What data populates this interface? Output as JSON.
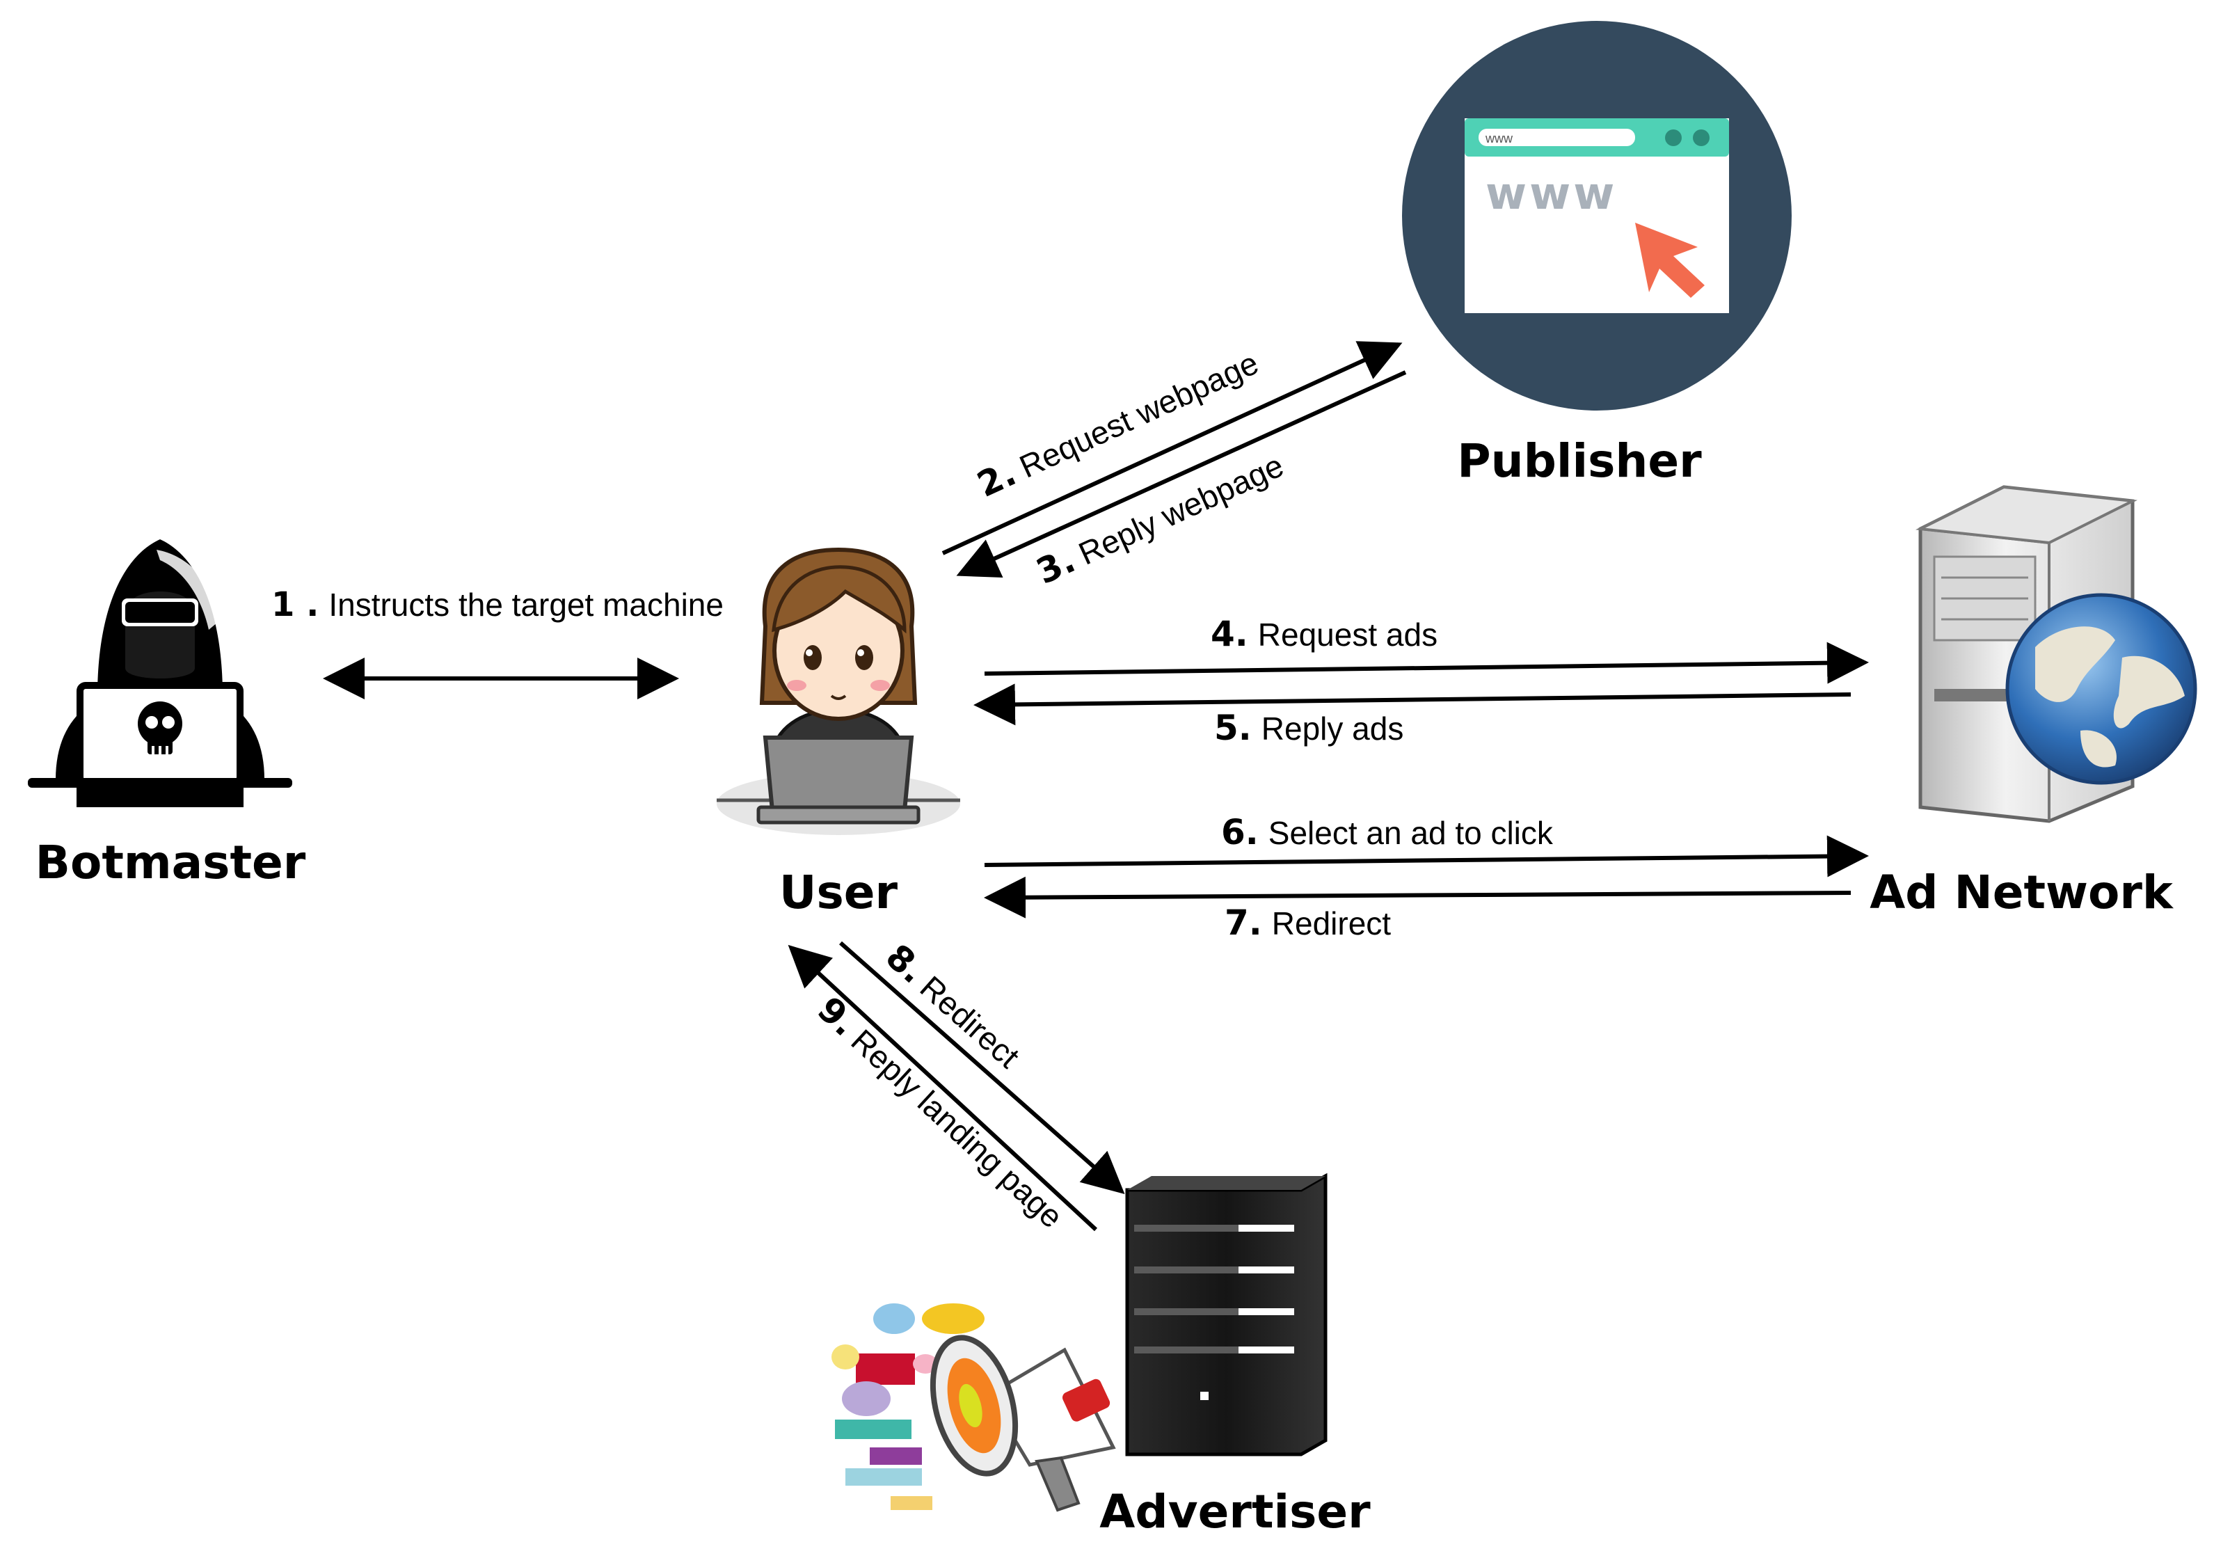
{
  "nodes": {
    "botmaster": {
      "label": "Botmaster",
      "icon": "hacker-laptop-icon"
    },
    "user": {
      "label": "User",
      "icon": "woman-laptop-icon"
    },
    "publisher": {
      "label": "Publisher",
      "icon": "browser-window-icon",
      "icon_text": "www"
    },
    "ad_network": {
      "label": "Ad Network",
      "icon": "server-globe-icon"
    },
    "advertiser": {
      "label": "Advertiser",
      "icon": "server-rack-megaphone-icon"
    }
  },
  "steps": [
    {
      "num": "1 .",
      "text": "Instructs the target machine"
    },
    {
      "num": "2.",
      "text": "Request webpage"
    },
    {
      "num": "3.",
      "text": "Reply webpage"
    },
    {
      "num": "4.",
      "text": "Request ads"
    },
    {
      "num": "5.",
      "text": "Reply ads"
    },
    {
      "num": "6.",
      "text": "Select an ad to click"
    },
    {
      "num": "7.",
      "text": "Redirect"
    },
    {
      "num": "8.",
      "text": "Redirect"
    },
    {
      "num": "9.",
      "text": "Reply landing page"
    }
  ],
  "colors": {
    "publisher_circle": "#344A5E",
    "browser_bar": "#4FD1B5",
    "cursor": "#F26B4E",
    "arrow": "#000000",
    "globe": "#2F6FB8"
  }
}
